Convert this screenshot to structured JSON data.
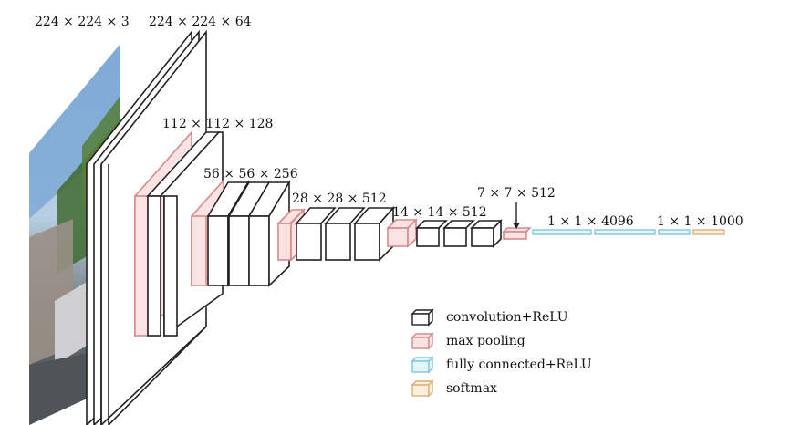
{
  "labels": {
    "input": "224 × 224 × 3",
    "conv1": "224 × 224 × 64",
    "conv2": "112 × 112 × 128",
    "conv3": "56 × 56 × 256",
    "conv4": "28 × 28 × 512",
    "conv5": "14 × 14 × 512",
    "pool5": "7 × 7 × 512",
    "fc": "1 × 1 × 4096",
    "softmax": "1 × 1 × 1000"
  },
  "legend": [
    {
      "key": "conv",
      "label": "convolution+ReLU",
      "stroke": "#222222",
      "fill": "#ffffff"
    },
    {
      "key": "pool",
      "label": "max pooling",
      "stroke": "#d88a8a",
      "fill": "#fbe3e3"
    },
    {
      "key": "fc",
      "label": "fully connected+ReLU",
      "stroke": "#7fc6dd",
      "fill": "#e4f5fb"
    },
    {
      "key": "softmax",
      "label": "softmax",
      "stroke": "#d7b179",
      "fill": "#fbeedb"
    }
  ],
  "colors": {
    "conv": "#222222",
    "pool": "#d88a8a",
    "fc": "#7fc6dd",
    "softmax": "#d7b179"
  }
}
